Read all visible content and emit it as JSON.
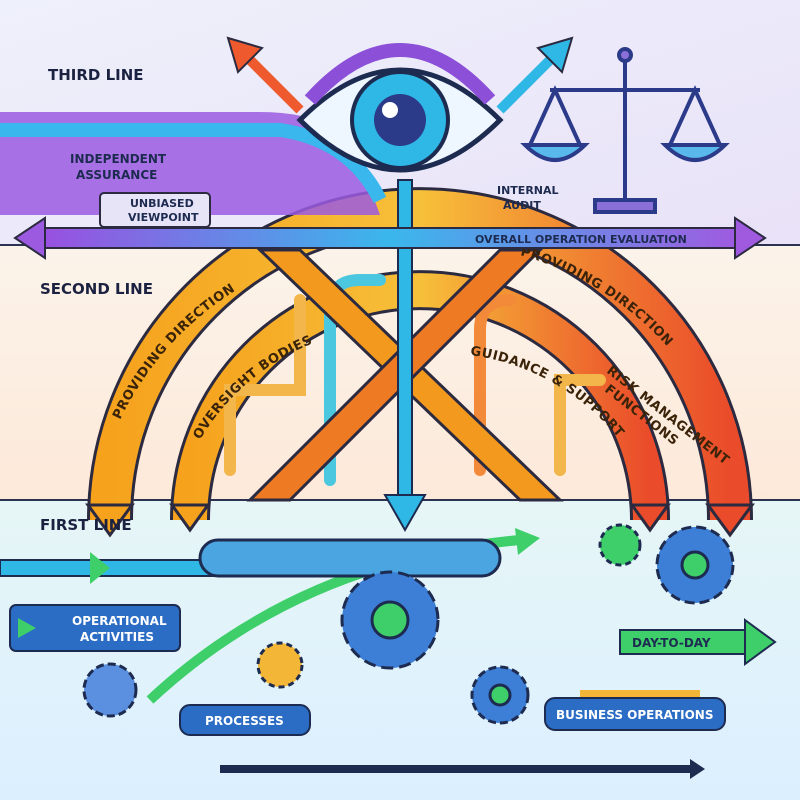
{
  "colors": {
    "purple": "#8b4fd8",
    "cyan": "#2fb8e6",
    "orange": "#f39a1e",
    "red_orange": "#ec5a2b",
    "green": "#3ecf6a",
    "navy": "#1d2b50"
  },
  "third_line": {
    "heading": "THIRD LINE",
    "independent": [
      "INDEPENDENT",
      "ASSURANCE"
    ],
    "unbiased": [
      "UNBIASED",
      "VIEWPOINT"
    ],
    "internal_audit": [
      "INTERNAL",
      "AUDIT"
    ],
    "overall": "OVERALL OPERATION EVALUATION"
  },
  "second_line": {
    "heading": "SECOND LINE",
    "providing_left": "PROVIDING DIRECTION",
    "providing_right": "PROVIDING DIRECTION",
    "oversight": "OVERSIGHT BODIES",
    "guidance": "GUIDANCE & SUPPORT",
    "risk": [
      "RISK MANAGEMENT",
      "FUNCTIONS"
    ]
  },
  "first_line": {
    "heading": "FIRST LINE",
    "operational": [
      "OPERATIONAL",
      "ACTIVITIES"
    ],
    "day_to_day": "DAY-TO-DAY",
    "processes": "PROCESSES",
    "business": "BUSINESS OPERATIONS"
  }
}
